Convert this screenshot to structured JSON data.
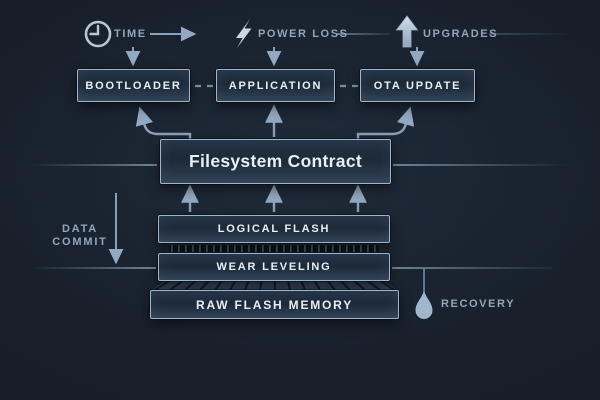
{
  "nodes": {
    "bootloader": "BOOTLOADER",
    "application": "APPLICATION",
    "ota_update": "OTA UPDATE",
    "filesystem_contract": "Filesystem Contract",
    "logical_flash": "LOGICAL FLASH",
    "wear_leveling": "WEAR LEVELING",
    "raw_flash_memory": "RAW FLASH MEMORY"
  },
  "annotations": {
    "time": "TIME",
    "power_loss": "POWER LOSS",
    "upgrades": "UPGRADES",
    "data_commit": {
      "line1": "DATA",
      "line2": "COMMIT"
    },
    "recovery": "RECOVERY"
  },
  "icons": {
    "time": "clock-icon",
    "power_loss": "lightning-icon",
    "upgrades": "block-up-arrow-icon",
    "recovery": "droplet-icon"
  },
  "colors": {
    "background": "#161e29",
    "box_border": "#9fb4c9",
    "box_fill_top": "#223143",
    "box_fill_bottom": "#2e4053",
    "box_text": "#e7eef6",
    "label_text": "#91a6bd",
    "connector": "#8aa0b8",
    "icon_fill": "#c9d6e3"
  }
}
